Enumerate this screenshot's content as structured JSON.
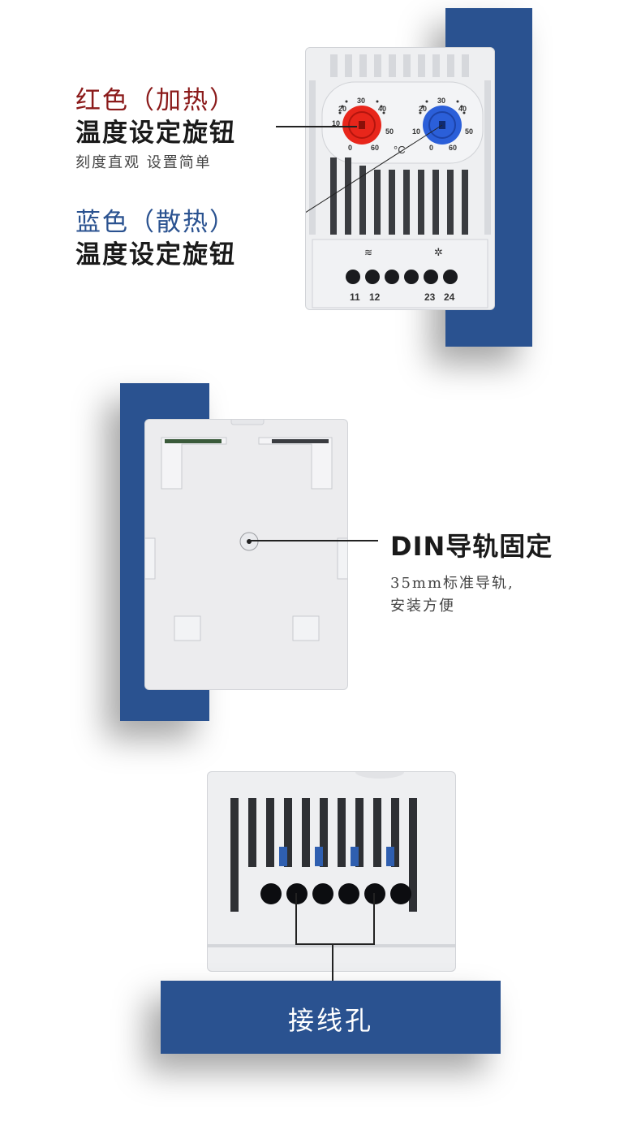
{
  "section1": {
    "red_title": "红色（加热）",
    "red_desc": "温度设定旋钮",
    "red_sub": "刻度直观 设置简单",
    "blue_title": "蓝色（散热）",
    "blue_desc": "温度设定旋钮",
    "dial_scale_left": [
      "20",
      "30",
      "40",
      "10",
      "50",
      "0",
      "60"
    ],
    "dial_unit": "°C",
    "terminal_numbers": [
      "11",
      "12",
      "23",
      "24"
    ]
  },
  "section2": {
    "title": "DIN导轨固定",
    "sub1": "35mm标准导轨,",
    "sub2": "安装方便"
  },
  "section3": {
    "label": "接线孔"
  },
  "colors": {
    "accent_blue": "#2a5290",
    "heat_red": "#e8261b",
    "cool_blue": "#2b5fd9"
  }
}
